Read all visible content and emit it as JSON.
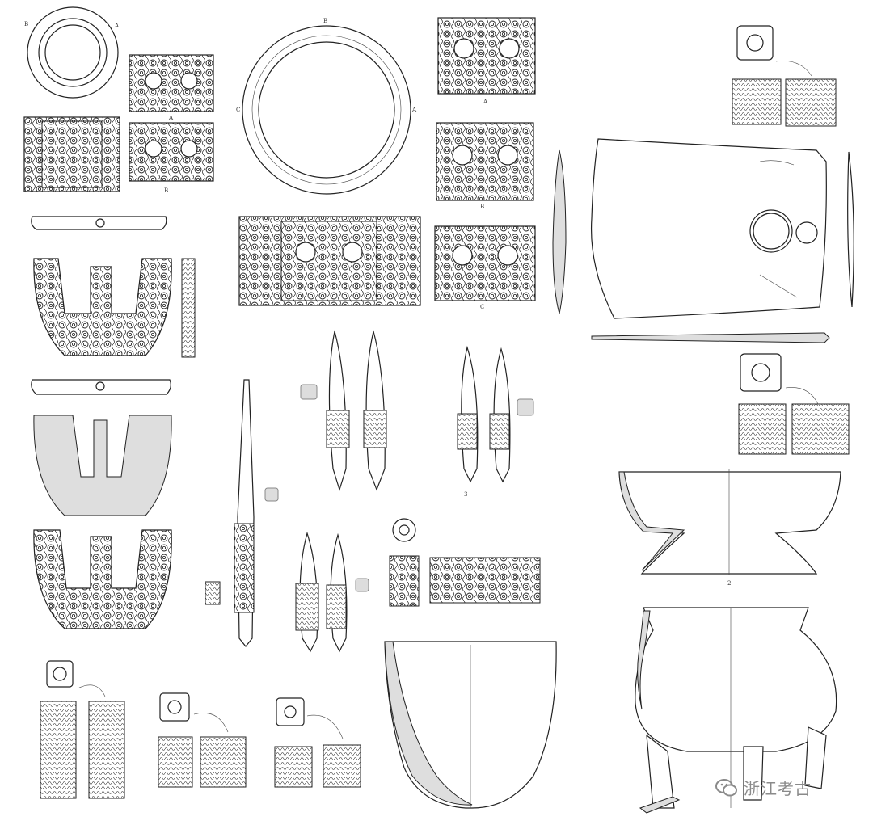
{
  "plate": {
    "labels": {
      "ring_small_b": "B",
      "ring_small_a": "A",
      "plaque_small_a": "A",
      "plaque_small_b": "B",
      "ring_large_b": "B",
      "ring_large_c": "C",
      "ring_large_a": "A",
      "plaque_large_a": "A",
      "plaque_large_b": "B",
      "plaque_large_c": "C",
      "awls_num": "3",
      "bowl_num": "2"
    },
    "watermark": {
      "text": "浙江考古",
      "icon": "wechat-icon"
    }
  }
}
